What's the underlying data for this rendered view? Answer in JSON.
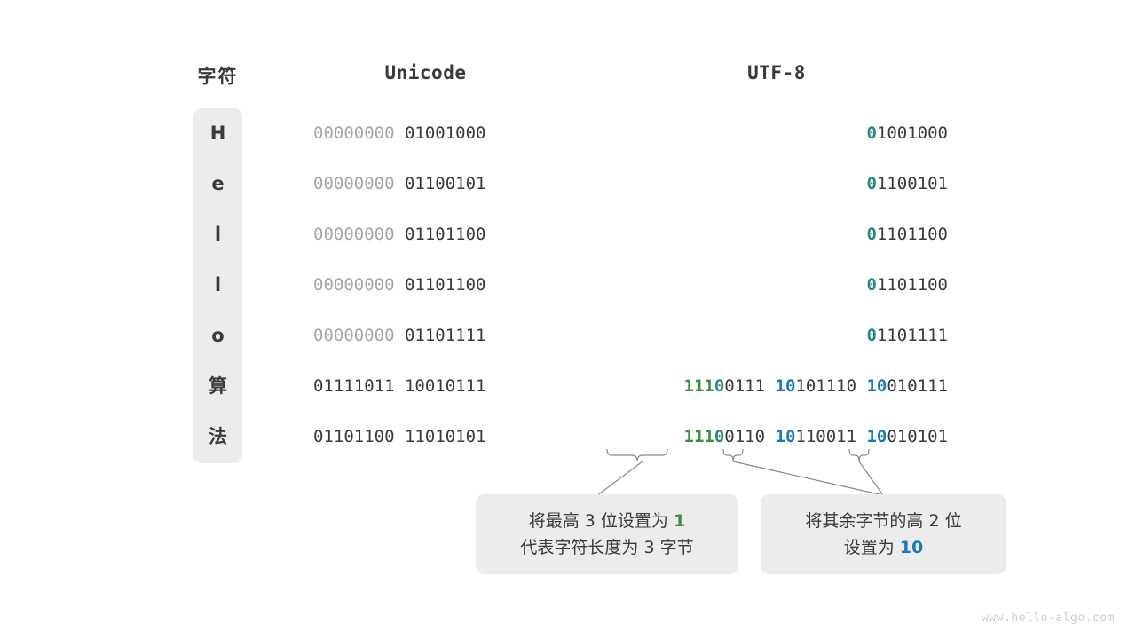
{
  "headers": {
    "character": "字符",
    "unicode": "Unicode",
    "utf8": "UTF-8"
  },
  "rows": [
    {
      "char": "H",
      "unicode_parts": [
        {
          "text": "00000000 ",
          "style": "dim"
        },
        {
          "text": "01001000",
          "style": "dark"
        }
      ],
      "utf8_parts": [
        {
          "text": "0",
          "style": "teal"
        },
        {
          "text": "1001000",
          "style": "dark"
        }
      ]
    },
    {
      "char": "e",
      "unicode_parts": [
        {
          "text": "00000000 ",
          "style": "dim"
        },
        {
          "text": "01100101",
          "style": "dark"
        }
      ],
      "utf8_parts": [
        {
          "text": "0",
          "style": "teal"
        },
        {
          "text": "1100101",
          "style": "dark"
        }
      ]
    },
    {
      "char": "l",
      "unicode_parts": [
        {
          "text": "00000000 ",
          "style": "dim"
        },
        {
          "text": "01101100",
          "style": "dark"
        }
      ],
      "utf8_parts": [
        {
          "text": "0",
          "style": "teal"
        },
        {
          "text": "1101100",
          "style": "dark"
        }
      ]
    },
    {
      "char": "l",
      "unicode_parts": [
        {
          "text": "00000000 ",
          "style": "dim"
        },
        {
          "text": "01101100",
          "style": "dark"
        }
      ],
      "utf8_parts": [
        {
          "text": "0",
          "style": "teal"
        },
        {
          "text": "1101100",
          "style": "dark"
        }
      ]
    },
    {
      "char": "o",
      "unicode_parts": [
        {
          "text": "00000000 ",
          "style": "dim"
        },
        {
          "text": "01101111",
          "style": "dark"
        }
      ],
      "utf8_parts": [
        {
          "text": "0",
          "style": "teal"
        },
        {
          "text": "1101111",
          "style": "dark"
        }
      ]
    },
    {
      "char": "算",
      "unicode_parts": [
        {
          "text": "01111011 ",
          "style": "dark"
        },
        {
          "text": "10010111",
          "style": "dark"
        }
      ],
      "utf8_parts": [
        {
          "text": "111",
          "style": "green"
        },
        {
          "text": "0",
          "style": "teal"
        },
        {
          "text": "0111 ",
          "style": "dark"
        },
        {
          "text": "10",
          "style": "blue"
        },
        {
          "text": "101110 ",
          "style": "dark"
        },
        {
          "text": "10",
          "style": "blue"
        },
        {
          "text": "010111",
          "style": "dark"
        }
      ]
    },
    {
      "char": "法",
      "unicode_parts": [
        {
          "text": "01101100 ",
          "style": "dark"
        },
        {
          "text": "11010101",
          "style": "dark"
        }
      ],
      "utf8_parts": [
        {
          "text": "111",
          "style": "green"
        },
        {
          "text": "0",
          "style": "teal"
        },
        {
          "text": "0110 ",
          "style": "dark"
        },
        {
          "text": "10",
          "style": "blue"
        },
        {
          "text": "110011 ",
          "style": "dark"
        },
        {
          "text": "10",
          "style": "blue"
        },
        {
          "text": "010101",
          "style": "dark"
        }
      ]
    }
  ],
  "callouts": {
    "left": {
      "line1_parts": [
        {
          "text": "将最高 3 位设置为 ",
          "style": "plain"
        },
        {
          "text": "1",
          "style": "green"
        }
      ],
      "line2_parts": [
        {
          "text": "代表字符长度为 3 字节",
          "style": "plain"
        }
      ]
    },
    "right": {
      "line1_parts": [
        {
          "text": "将其余字节的高 2 位",
          "style": "plain"
        }
      ],
      "line2_parts": [
        {
          "text": "设置为 ",
          "style": "plain"
        },
        {
          "text": "10",
          "style": "blue"
        }
      ]
    }
  },
  "watermark": "www.hello-algo.com",
  "colors": {
    "green": "#3f8f42",
    "teal": "#2b8a80",
    "blue": "#1a7ab9",
    "dark": "#3a3a3a",
    "dim": "#a6a6a6",
    "pill_bg": "#ececec",
    "connector": "#8a8a8a"
  },
  "layout": {
    "row_tops": [
      136,
      193,
      250,
      307,
      364,
      421,
      478
    ],
    "char_cell_tops": [
      136,
      193,
      250,
      307,
      364,
      421,
      478
    ]
  }
}
